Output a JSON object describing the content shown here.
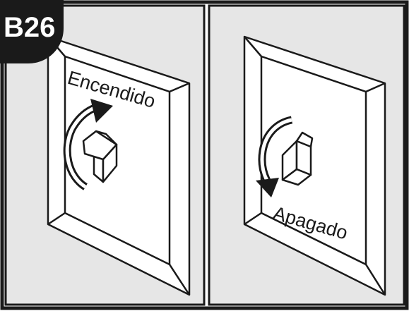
{
  "figure": {
    "badge": "B26",
    "panels": [
      {
        "label": "Encendido",
        "direction": "up"
      },
      {
        "label": "Apagado",
        "direction": "down"
      }
    ]
  },
  "colors": {
    "panel_fill": "#e6e6e6",
    "line": "#1a1a1a",
    "plate": "#ffffff",
    "badge_bg": "#1a1a1a"
  }
}
